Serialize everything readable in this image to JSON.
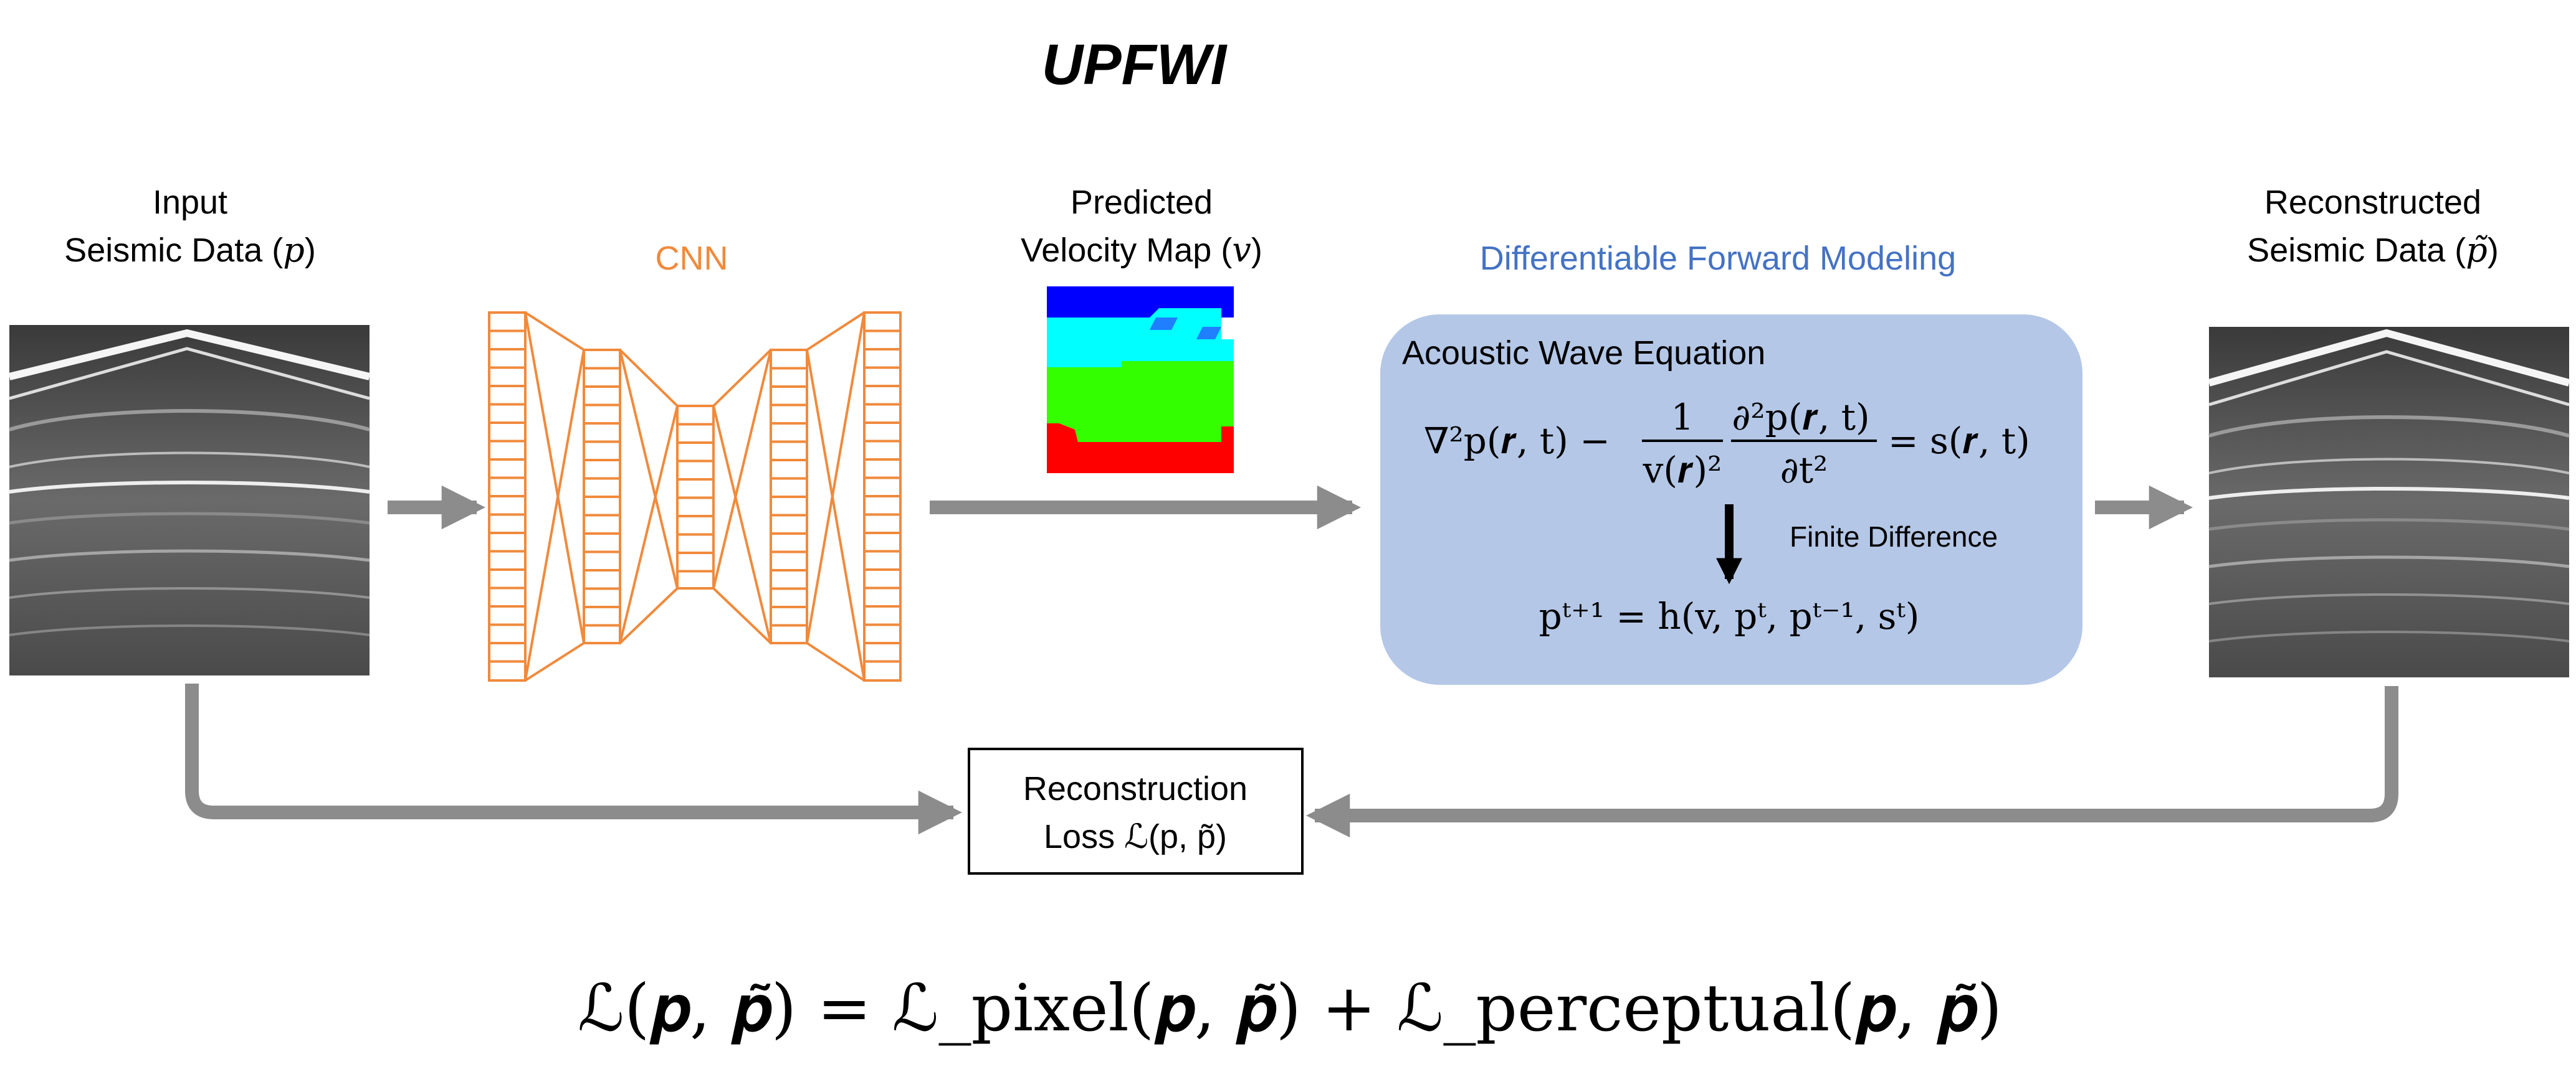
{
  "title": "UPFWI",
  "input": {
    "line1": "Input",
    "line2": "Seismic Data (",
    "sym": "p",
    "close": ")"
  },
  "cnn_label": "CNN",
  "velocity": {
    "line1": "Predicted",
    "line2": "Velocity Map (",
    "sym": "v",
    "close": ")"
  },
  "forward": {
    "title": "Differentiable Forward Modeling",
    "box_title": "Acoustic Wave Equation",
    "eq_lhs1": "∇²p(𝒓, t) −",
    "eq_frac1_num": "1",
    "eq_frac1_den": "v(𝒓)²",
    "eq_frac2_num": "∂²p(𝒓, t)",
    "eq_frac2_den": "∂t²",
    "eq_rhs": "= s(𝒓, t)",
    "fd_label": "Finite Difference",
    "update_eq": "pᵗ⁺¹ = h(v, pᵗ, pᵗ⁻¹, sᵗ)"
  },
  "recon": {
    "line1": "Reconstructed",
    "line2": "Seismic Data (",
    "sym": "p̃",
    "close": ")"
  },
  "loss_box": {
    "line1": "Reconstruction",
    "line2": "Loss ℒ(p, p̃)"
  },
  "bottom_equation": "ℒ(𝒑, 𝒑̃) = ℒ_pixel(𝒑, 𝒑̃) + ℒ_perceptual(𝒑, 𝒑̃)",
  "colors": {
    "arrow": "#8c8c8c",
    "cnn": "#f08a3c",
    "forward_title": "#4472c4",
    "forward_box": "#b4c7e7",
    "velocity_layers": [
      "#0000ff",
      "#00ffff",
      "#33ff00",
      "#ff0000"
    ]
  }
}
